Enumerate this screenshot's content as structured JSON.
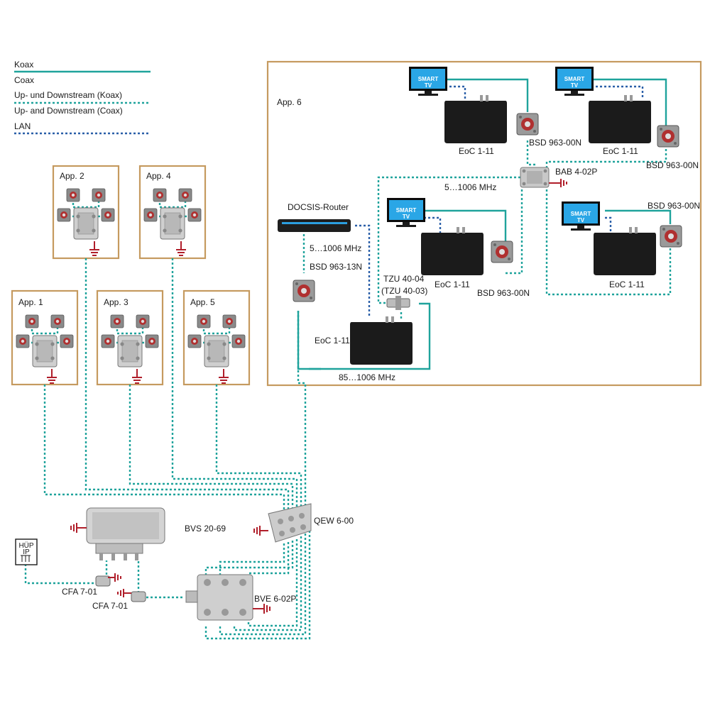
{
  "legend": {
    "koax_de": "Koax",
    "koax_en": "Coax",
    "updown_de": "Up- und Downstream (Koax)",
    "updown_en": "Up- and Downstream (Coax)",
    "lan": "LAN"
  },
  "colors": {
    "koax": "#1fa39c",
    "lan": "#2a5fa8",
    "frame": "#c59a5f",
    "ground": "#b01e2a",
    "device": "#1b1b1b"
  },
  "apartments": [
    "App. 1",
    "App. 2",
    "App. 3",
    "App. 4",
    "App. 5",
    "App. 6"
  ],
  "devices": {
    "router": "DOCSIS-Router",
    "router_freq": "5…1006 MHz",
    "bsd13": "BSD 963-13N",
    "tzu": "TZU 40-04",
    "tzu_alt": "(TZU 40-03)",
    "eoc": "EoC 1-11",
    "bsd00": "BSD 963-00N",
    "bab": "BAB 4-02P",
    "bab_freq": "5…1006 MHz",
    "eoc_freq": "85…1006 MHz",
    "smart_tv_line1": "SMART",
    "smart_tv_line2": "TV",
    "bvs": "BVS 20-69",
    "qew": "QEW 6-00",
    "bve": "BVE 6-02P",
    "cfa": "CFA 7-01",
    "hup_line1": "HÜP",
    "hup_line2": "IP"
  }
}
